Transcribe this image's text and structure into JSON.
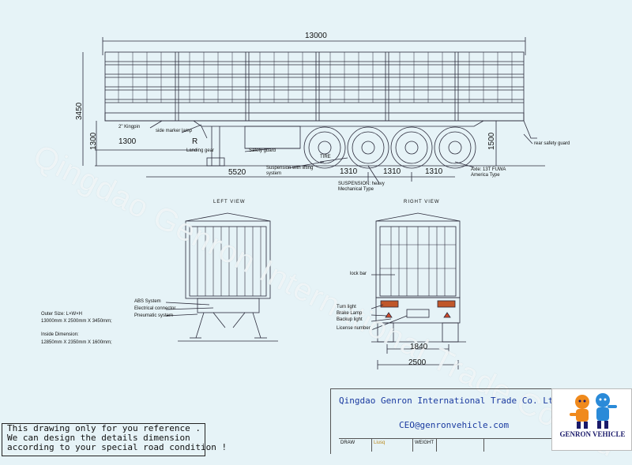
{
  "watermark": "Qingdao Genron International Trade Co.,Ltd",
  "side_view": {
    "overall_length": "13000",
    "overall_height": "3450",
    "deck_height": "1300",
    "kingpin_offset": "1300",
    "axle_start": "5520",
    "axle_spacing_1": "1310",
    "axle_spacing_2": "1310",
    "axle_spacing_3": "1310",
    "rear_height": "1500",
    "label_kingpin": "2\" Kingpin",
    "label_side_marker": "side marker lamp",
    "label_r": "R",
    "label_landing_gear": "Landing gear",
    "label_safety_guard": "Safety guard",
    "label_tire": "TIRE",
    "label_suspension_lift": "Suspension with lifting system",
    "label_suspension_heavy": "SUSPENSION: heavy Mechanical Type",
    "label_axle": "Axle: 13T FUWA America Type",
    "label_rear_guard": "rear safety guard"
  },
  "left_view": {
    "title": "LEFT VIEW",
    "label_abs": "ABS System",
    "label_electrical": "Electrical connector",
    "label_pneumatic": "Pneumatic system"
  },
  "right_view": {
    "title": "RIGHT VIEW",
    "label_lock_bar": "lock bar",
    "label_turn_light": "Turn light",
    "label_brake_lamp": "Brake Lamp",
    "label_backup_light": "Backup light",
    "label_license": "License number",
    "dim_inner": "1840",
    "dim_outer": "2500"
  },
  "specs": {
    "outer_label": "Outer Size: L×W×H",
    "outer_value": "13000mm X 2500mm X 3450mm;",
    "inside_label": "Inside Dimension:",
    "inside_value": "12850mm X 2350mm X 1600mm;"
  },
  "note": {
    "line1": "This drawing only for you reference .",
    "line2": "We can design the details dimension",
    "line3": "according to your special road condition !"
  },
  "title_block": {
    "company": "Qingdao Genron International Trade Co. Ltd",
    "email": "CEO@genronvehicle.com",
    "draw_label": "DRAW",
    "draw_value": "Liusq",
    "weight_label": "WEIGHT"
  },
  "logo": {
    "text": "GENRON VEHICLE",
    "colors": {
      "orange": "#f08a1c",
      "blue": "#2a8ad8",
      "navy": "#1a1a6a"
    }
  }
}
